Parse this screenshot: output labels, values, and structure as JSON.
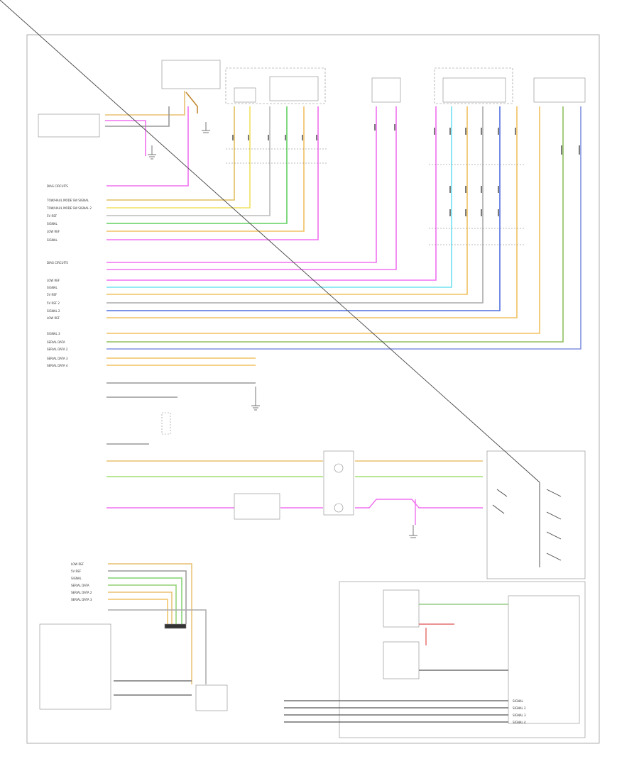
{
  "diagram": {
    "left_labels": [
      {
        "id": "dk-lt-1",
        "text": "DIAG CIRCUITS"
      },
      {
        "id": "dk-lt-2",
        "text": "TOW/HAUL MODE SW SIGNAL"
      },
      {
        "id": "dk-lt-3",
        "text": "TOW/HAUL MODE SW SIGNAL 2"
      },
      {
        "id": "dk-lt-4",
        "text": "5V REF"
      },
      {
        "id": "dk-lt-5",
        "text": "SIGNAL"
      },
      {
        "id": "dk-lt-6",
        "text": "LOW REF"
      },
      {
        "id": "dk-lt-7",
        "text": "SIGNAL"
      },
      {
        "id": "dk-lt-8",
        "text": "DIAG CIRCUITS"
      },
      {
        "id": "dk-lt-9",
        "text": "LOW REF"
      },
      {
        "id": "dk-lt-10",
        "text": "SIGNAL"
      },
      {
        "id": "dk-lt-11",
        "text": "5V REF"
      },
      {
        "id": "dk-lt-12",
        "text": "5V REF 2"
      },
      {
        "id": "dk-lt-13",
        "text": "SIGNAL 2"
      },
      {
        "id": "dk-lt-14",
        "text": "LOW REF"
      },
      {
        "id": "dk-lt-15",
        "text": "SIGNAL 3"
      },
      {
        "id": "dk-lt-16",
        "text": "SERIAL DATA"
      },
      {
        "id": "dk-lt-17",
        "text": "SERIAL DATA 2"
      },
      {
        "id": "dk-lt-18",
        "text": "SERIAL DATA 3"
      },
      {
        "id": "dk-lt-19",
        "text": "SERIAL DATA 4"
      }
    ],
    "lower_left_labels": [
      {
        "id": "dk-ll-1",
        "text": "LOW REF"
      },
      {
        "id": "dk-ll-2",
        "text": "5V REF"
      },
      {
        "id": "dk-ll-3",
        "text": "SIGNAL"
      },
      {
        "id": "dk-ll-4",
        "text": "SERIAL DATA"
      },
      {
        "id": "dk-ll-5",
        "text": "SERIAL DATA 2"
      },
      {
        "id": "dk-ll-6",
        "text": "SERIAL DATA 3"
      }
    ],
    "bottom_right_labels": [
      {
        "id": "dk-br-1",
        "text": "SIGNAL"
      },
      {
        "id": "dk-br-2",
        "text": "SIGNAL 2"
      },
      {
        "id": "dk-br-3",
        "text": "SIGNAL 3"
      },
      {
        "id": "dk-br-4",
        "text": "SIGNAL 4"
      }
    ],
    "footer_left": "",
    "footer_right": ""
  }
}
